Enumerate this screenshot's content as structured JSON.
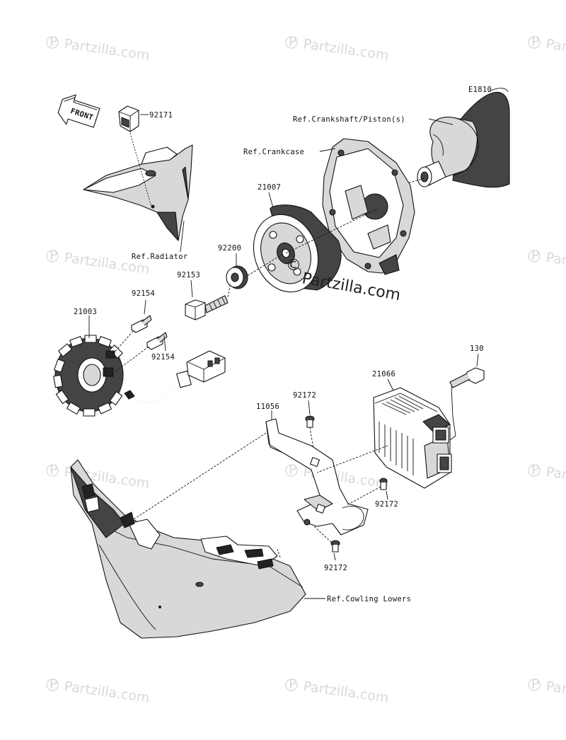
{
  "diagram_code": "E1810",
  "front_label": "FRONT",
  "watermark": {
    "brand": "Partzilla.com",
    "center_copyright": "©",
    "center_brand": "Partzilla.com"
  },
  "callouts": {
    "p92171": "92171",
    "ref_radiator": "Ref.Radiator",
    "ref_crankshaft": "Ref.Crankshaft/Piston(s)",
    "ref_crankcase": "Ref.Crankcase",
    "p21007": "21007",
    "p92200": "92200",
    "p92153": "92153",
    "p92154_a": "92154",
    "p21003": "21003",
    "p92154_b": "92154",
    "p130": "130",
    "p21066": "21066",
    "p92172_a": "92172",
    "p11056": "11056",
    "p92172_b": "92172",
    "p92172_c": "92172",
    "ref_cowling": "Ref.Cowling Lowers"
  }
}
